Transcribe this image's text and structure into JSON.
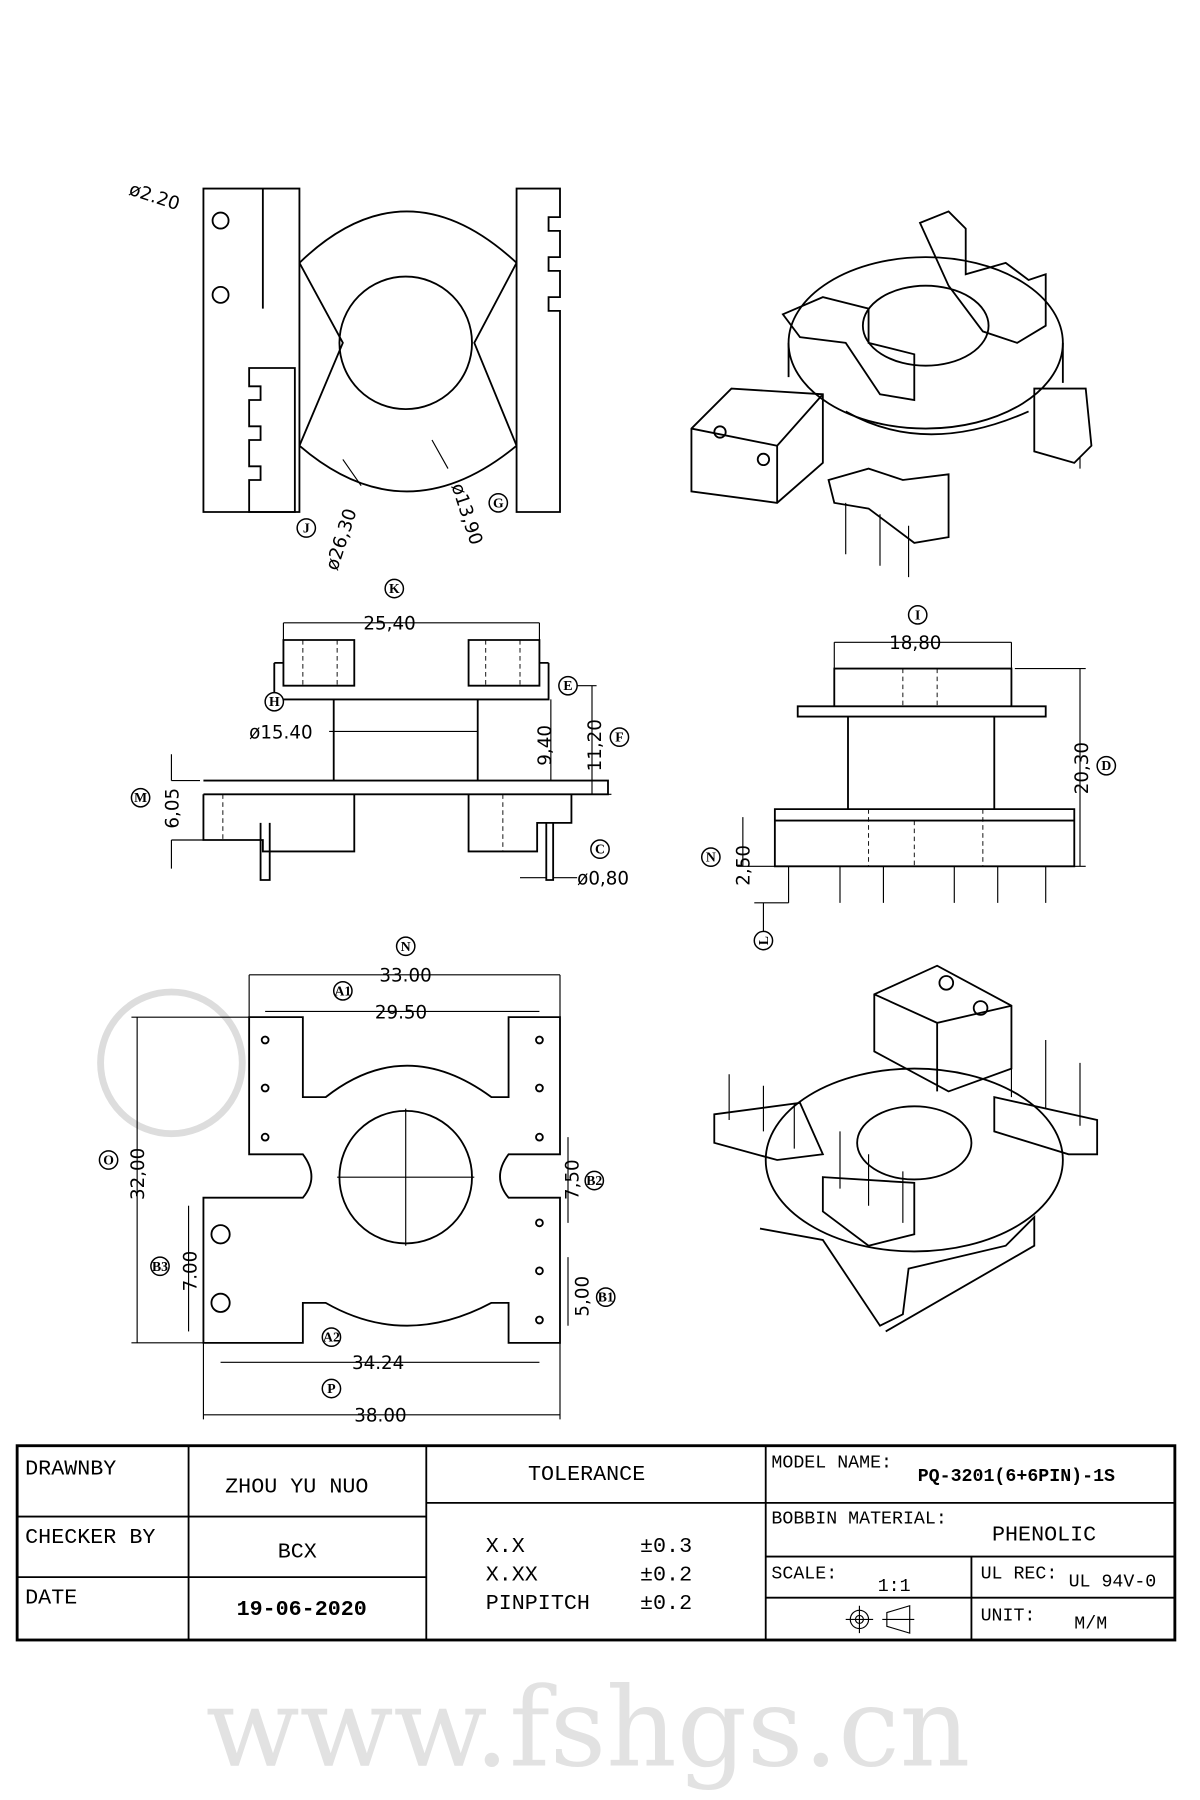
{
  "watermark": "www.fshgs.cn",
  "top_view": {
    "hole_dia": "ø2.20",
    "outer_dia": "ø26,30",
    "outer_label": "J",
    "inner_dia": "ø13,90",
    "inner_label": "G"
  },
  "side_view": {
    "width": "25,40",
    "width_label": "K",
    "core_dia": "ø15.40",
    "core_label": "H",
    "inner_height": "9,40",
    "inner_height_label": "E",
    "flange_height": "11,20",
    "flange_height_label": "F",
    "base_height": "6,05",
    "base_label": "M",
    "pin_dia": "ø0,80",
    "pin_label": "C"
  },
  "front_view": {
    "width": "18,80",
    "width_label": "I",
    "height": "20,30",
    "height_label": "D",
    "pin_offset": "2,50",
    "pin_offset_label": "N",
    "pin_length_label": "L"
  },
  "bottom_view": {
    "overall_width": "33.00",
    "overall_width_label": "N",
    "pin_span_top": "29.50",
    "pin_span_top_label": "A1",
    "depth": "32,00",
    "depth_label": "O",
    "row_gap": "7,50",
    "row_gap_label": "B2",
    "hole_pitch": "7.00",
    "hole_pitch_label": "B3",
    "pin_pitch": "5,00",
    "pin_pitch_label": "B1",
    "pin_span_bottom": "34.24",
    "pin_span_bottom_label": "A2",
    "base_width": "38.00",
    "base_width_label": "P"
  },
  "title_block": {
    "drawn_by_label": "DRAWNBY",
    "drawn_by": "ZHOU YU NUO",
    "checker_label": "CHECKER BY",
    "checker": "BCX",
    "date_label": "DATE",
    "date": "19-06-2020",
    "tolerance_label": "TOLERANCE",
    "tolerances": [
      {
        "fmt": "X.X",
        "value": "±0.3"
      },
      {
        "fmt": "X.XX",
        "value": "±0.2"
      },
      {
        "fmt": "PINPITCH",
        "value": "±0.2"
      }
    ],
    "model_label": "MODEL NAME:",
    "model": "PQ-3201(6+6PIN)-1S",
    "material_label": "BOBBIN MATERIAL:",
    "material": "PHENOLIC",
    "scale_label": "SCALE:",
    "scale": "1:1",
    "ul_label": "UL REC:",
    "ul": "UL 94V-0",
    "unit_label": "UNIT:",
    "unit": "M/M"
  }
}
